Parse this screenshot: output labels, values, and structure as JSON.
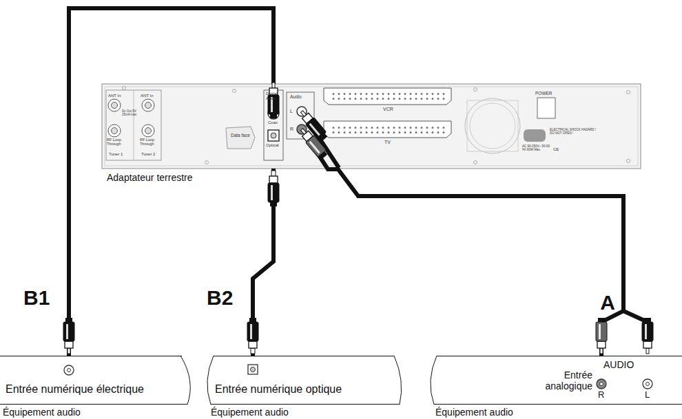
{
  "diagram": {
    "nodes": [
      {
        "text": [
          "Adaptateur terrestre"
        ]
      },
      {
        "text": [
          "Entrée numérique électrique",
          "Équipement audio"
        ]
      },
      {
        "text": [
          "Entrée numérique optique",
          "Équipement audio"
        ]
      },
      {
        "text": [
          "Entrée analogique",
          "AUDIO",
          "R",
          "L",
          "Équipement audio"
        ]
      }
    ],
    "edges": [
      {
        "from": 0,
        "to": 1,
        "arrow": "none",
        "label": "B1"
      },
      {
        "from": 0,
        "to": 2,
        "arrow": "none",
        "label": "B2"
      },
      {
        "from": 0,
        "to": 3,
        "arrow": "none",
        "label": "A"
      }
    ],
    "labels": [
      "ANT In",
      "RF Loop Through",
      "Tuner 1",
      "Dc Out 5V 25mA max",
      "ANT In",
      "RF Loop Through",
      "Tuner 2",
      "Data face",
      "Digital Audio",
      "Coax",
      "Optical",
      "Audio",
      "L",
      "R",
      "VCR",
      "TV",
      "POWER",
      "ELECTRICAL SHOCK HAZARD ! DO NOT OPEN !",
      "AC 90-250V~ 50-60 Hz 60W Max.",
      "CE"
    ]
  }
}
